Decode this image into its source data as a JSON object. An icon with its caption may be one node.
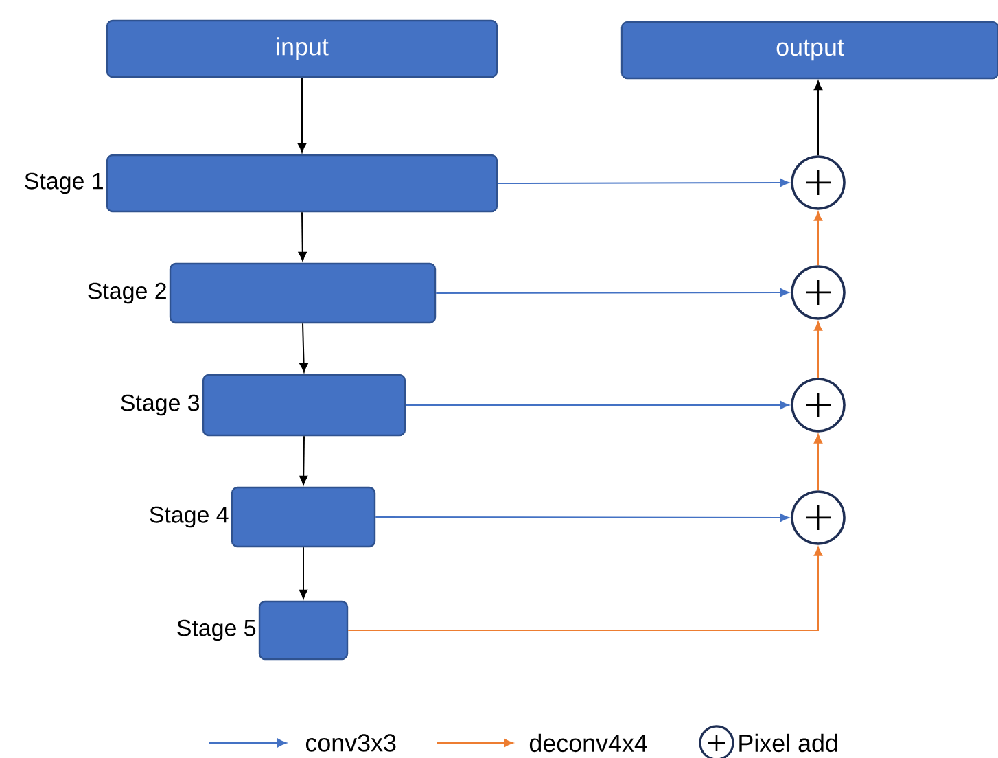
{
  "diagram": {
    "nodes": [
      {
        "text": [
          "input"
        ]
      },
      {
        "text": [
          "output"
        ]
      },
      {
        "text": [],
        "shape": "box",
        "beside": [
          "Stage 1"
        ]
      },
      {
        "text": [],
        "shape": "box",
        "beside": [
          "Stage 2"
        ]
      },
      {
        "text": [],
        "shape": "box",
        "beside": [
          "Stage 3"
        ]
      },
      {
        "text": [],
        "shape": "box",
        "beside": [
          "Stage 4"
        ]
      },
      {
        "text": [],
        "shape": "box",
        "beside": [
          "Stage 5"
        ]
      },
      {
        "text": [],
        "shape": "circle"
      },
      {
        "text": [],
        "shape": "circle"
      },
      {
        "text": [],
        "shape": "circle"
      },
      {
        "text": [],
        "shape": "circle"
      }
    ],
    "edges": [
      {
        "from": 0,
        "to": 2,
        "arrow": "to"
      },
      {
        "from": 2,
        "to": 3,
        "arrow": "to"
      },
      {
        "from": 3,
        "to": 4,
        "arrow": "to"
      },
      {
        "from": 4,
        "to": 5,
        "arrow": "to"
      },
      {
        "from": 5,
        "to": 6,
        "arrow": "to"
      },
      {
        "from": 2,
        "to": 7,
        "arrow": "to",
        "color": "#4472c4"
      },
      {
        "from": 3,
        "to": 8,
        "arrow": "to",
        "color": "#4472c4"
      },
      {
        "from": 4,
        "to": 9,
        "arrow": "to",
        "color": "#4472c4"
      },
      {
        "from": 5,
        "to": 10,
        "arrow": "to",
        "color": "#4472c4"
      },
      {
        "from": 6,
        "to": 10,
        "arrow": "to",
        "color": "#ed7d31"
      },
      {
        "from": 10,
        "to": 9,
        "arrow": "to",
        "color": "#ed7d31"
      },
      {
        "from": 9,
        "to": 8,
        "arrow": "to",
        "color": "#ed7d31"
      },
      {
        "from": 8,
        "to": 7,
        "arrow": "to",
        "color": "#ed7d31"
      },
      {
        "from": 7,
        "to": 1,
        "arrow": "to"
      }
    ],
    "legend": [
      {
        "text": "conv3x3"
      },
      {
        "text": "deconv4x4"
      },
      {
        "text": "Pixel add"
      }
    ]
  }
}
